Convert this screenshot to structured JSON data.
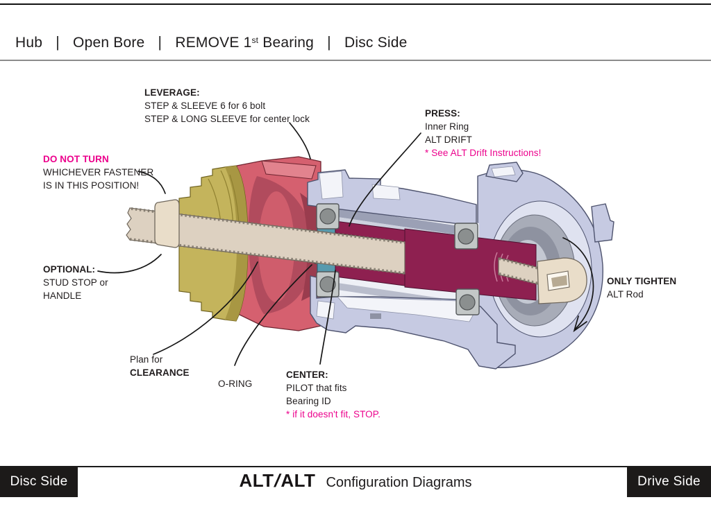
{
  "header": {
    "part1": "Hub",
    "sep": "|",
    "part2": "Open Bore",
    "part3_pre": "REMOVE 1",
    "part3_sup": "st",
    "part3_post": " Bearing",
    "part4": "Disc Side"
  },
  "callouts": {
    "leverage": {
      "title": "LEVERAGE:",
      "line1": "STEP & SLEEVE 6 for 6 bolt",
      "line2": "STEP & LONG SLEEVE for center lock"
    },
    "press": {
      "title": "PRESS:",
      "line1": "Inner Ring",
      "line2": "ALT DRIFT",
      "note": "* See ALT Drift Instructions!"
    },
    "do_not_turn": {
      "title": "DO NOT TURN",
      "line1": "WHICHEVER FASTENER",
      "line2": "IS IN THIS POSITION!"
    },
    "optional": {
      "title": "OPTIONAL:",
      "line1": "STUD STOP or",
      "line2": "HANDLE"
    },
    "clearance": {
      "line1": "Plan for",
      "title": "CLEARANCE"
    },
    "o_ring": {
      "label": "O-RING"
    },
    "center": {
      "title": "CENTER:",
      "line1": "PILOT that fits",
      "line2": "Bearing ID",
      "note": "* if it doesn't fit, STOP."
    },
    "only_tighten": {
      "title": "ONLY TIGHTEN",
      "line1": "ALT Rod"
    }
  },
  "footer": {
    "left_tab": "Disc Side",
    "brand_left": "ALT",
    "brand_sep": "/",
    "brand_right": "ALT",
    "subtitle": "Configuration Diagrams",
    "right_tab": "Drive Side"
  },
  "colors": {
    "accent_magenta": "#ec008c",
    "ink": "#1f1b1c",
    "hub_body": "#c6cae2",
    "sleeve_red": "#d5606f",
    "drift_maroon": "#8e2050",
    "step_yellow": "#c4b45c",
    "pilot_teal": "#579aae",
    "rod_beige": "#ddd1c1"
  }
}
